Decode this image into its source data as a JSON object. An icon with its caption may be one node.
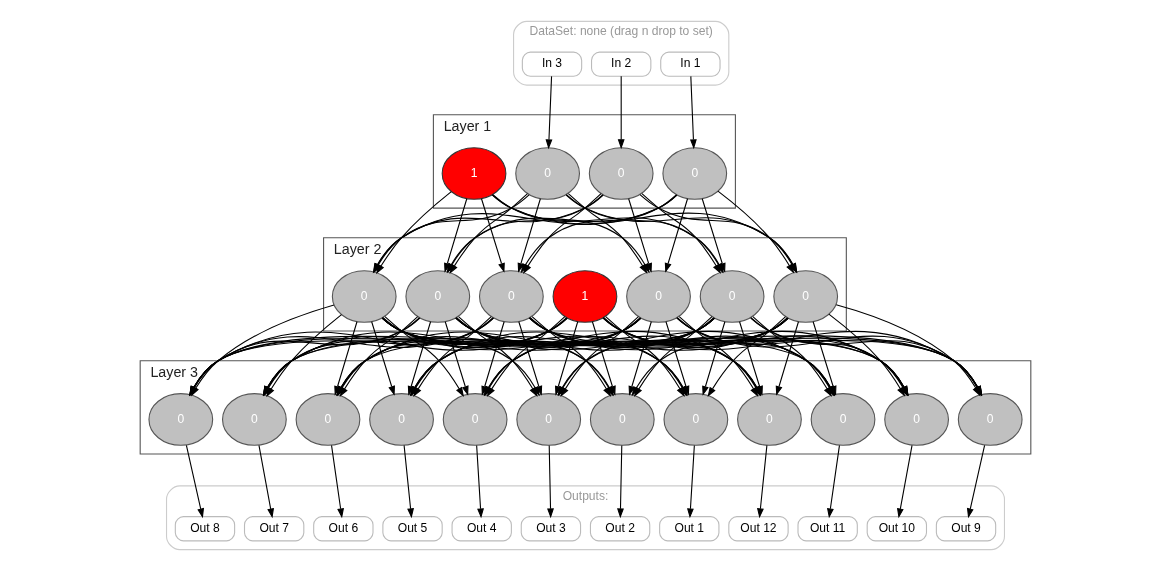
{
  "diagram": {
    "nodes": [
      {
        "text": [
          "DataSet: none (drag n drop to set)"
        ]
      },
      {
        "text": [
          "In 1"
        ],
        "in": 0
      },
      {
        "text": [
          "In 2"
        ],
        "in": 0
      },
      {
        "text": [
          "In 3"
        ],
        "in": 0
      },
      {
        "text": [
          "Layer 1"
        ]
      },
      {
        "text": [
          "0"
        ],
        "in": 4
      },
      {
        "text": [
          "0"
        ],
        "in": 4
      },
      {
        "text": [
          "0"
        ],
        "in": 4
      },
      {
        "text": [
          "1"
        ],
        "in": 4
      },
      {
        "text": [
          "Layer 2"
        ]
      },
      {
        "text": [
          "0"
        ],
        "in": 9
      },
      {
        "text": [
          "0"
        ],
        "in": 9
      },
      {
        "text": [
          "0"
        ],
        "in": 9
      },
      {
        "text": [
          "0"
        ],
        "in": 9
      },
      {
        "text": [
          "0"
        ],
        "in": 9
      },
      {
        "text": [
          "0"
        ],
        "in": 9
      },
      {
        "text": [
          "1"
        ],
        "in": 9
      },
      {
        "text": [
          "Layer 3"
        ]
      },
      {
        "text": [
          "0"
        ],
        "in": 17
      },
      {
        "text": [
          "0"
        ],
        "in": 17
      },
      {
        "text": [
          "0"
        ],
        "in": 17
      },
      {
        "text": [
          "0"
        ],
        "in": 17
      },
      {
        "text": [
          "0"
        ],
        "in": 17
      },
      {
        "text": [
          "0"
        ],
        "in": 17
      },
      {
        "text": [
          "0"
        ],
        "in": 17
      },
      {
        "text": [
          "0"
        ],
        "in": 17
      },
      {
        "text": [
          "0"
        ],
        "in": 17
      },
      {
        "text": [
          "0"
        ],
        "in": 17
      },
      {
        "text": [
          "0"
        ],
        "in": 17
      },
      {
        "text": [
          "0"
        ],
        "in": 17
      },
      {
        "text": [
          "Outputs:"
        ]
      },
      {
        "text": [
          "Out 1"
        ],
        "in": 30
      },
      {
        "text": [
          "Out 2"
        ],
        "in": 30
      },
      {
        "text": [
          "Out 3"
        ],
        "in": 30
      },
      {
        "text": [
          "Out 4"
        ],
        "in": 30
      },
      {
        "text": [
          "Out 5"
        ],
        "in": 30
      },
      {
        "text": [
          "Out 6"
        ],
        "in": 30
      },
      {
        "text": [
          "Out 7"
        ],
        "in": 30
      },
      {
        "text": [
          "Out 8"
        ],
        "in": 30
      },
      {
        "text": [
          "Out 9"
        ],
        "in": 30
      },
      {
        "text": [
          "Out 10"
        ],
        "in": 30
      },
      {
        "text": [
          "Out 11"
        ],
        "in": 30
      },
      {
        "text": [
          "Out 12"
        ],
        "in": 30
      }
    ],
    "edges": [
      {
        "from": 1,
        "to": 5,
        "arrow": "to"
      },
      {
        "from": 2,
        "to": 6,
        "arrow": "to"
      },
      {
        "from": 3,
        "to": 7,
        "arrow": "to"
      },
      {
        "from": 5,
        "to": 10,
        "arrow": "to"
      },
      {
        "from": 5,
        "to": 11,
        "arrow": "to"
      },
      {
        "from": 5,
        "to": 12,
        "arrow": "to"
      },
      {
        "from": 5,
        "to": 13,
        "arrow": "to"
      },
      {
        "from": 5,
        "to": 14,
        "arrow": "to"
      },
      {
        "from": 5,
        "to": 15,
        "arrow": "to"
      },
      {
        "from": 6,
        "to": 10,
        "arrow": "to"
      },
      {
        "from": 6,
        "to": 11,
        "arrow": "to"
      },
      {
        "from": 6,
        "to": 12,
        "arrow": "to"
      },
      {
        "from": 6,
        "to": 13,
        "arrow": "to"
      },
      {
        "from": 6,
        "to": 14,
        "arrow": "to"
      },
      {
        "from": 6,
        "to": 15,
        "arrow": "to"
      },
      {
        "from": 7,
        "to": 10,
        "arrow": "to"
      },
      {
        "from": 7,
        "to": 11,
        "arrow": "to"
      },
      {
        "from": 7,
        "to": 12,
        "arrow": "to"
      },
      {
        "from": 7,
        "to": 13,
        "arrow": "to"
      },
      {
        "from": 7,
        "to": 14,
        "arrow": "to"
      },
      {
        "from": 7,
        "to": 15,
        "arrow": "to"
      },
      {
        "from": 8,
        "to": 10,
        "arrow": "to"
      },
      {
        "from": 8,
        "to": 11,
        "arrow": "to"
      },
      {
        "from": 8,
        "to": 12,
        "arrow": "to"
      },
      {
        "from": 8,
        "to": 13,
        "arrow": "to"
      },
      {
        "from": 8,
        "to": 14,
        "arrow": "to"
      },
      {
        "from": 8,
        "to": 15,
        "arrow": "to"
      },
      {
        "from": 10,
        "to": 18,
        "arrow": "to"
      },
      {
        "from": 10,
        "to": 19,
        "arrow": "to"
      },
      {
        "from": 10,
        "to": 20,
        "arrow": "to"
      },
      {
        "from": 10,
        "to": 21,
        "arrow": "to"
      },
      {
        "from": 10,
        "to": 22,
        "arrow": "to"
      },
      {
        "from": 10,
        "to": 23,
        "arrow": "to"
      },
      {
        "from": 10,
        "to": 24,
        "arrow": "to"
      },
      {
        "from": 10,
        "to": 25,
        "arrow": "to"
      },
      {
        "from": 10,
        "to": 26,
        "arrow": "to"
      },
      {
        "from": 10,
        "to": 27,
        "arrow": "to"
      },
      {
        "from": 10,
        "to": 28,
        "arrow": "to"
      },
      {
        "from": 10,
        "to": 29,
        "arrow": "to"
      },
      {
        "from": 11,
        "to": 18,
        "arrow": "to"
      },
      {
        "from": 11,
        "to": 19,
        "arrow": "to"
      },
      {
        "from": 11,
        "to": 20,
        "arrow": "to"
      },
      {
        "from": 11,
        "to": 21,
        "arrow": "to"
      },
      {
        "from": 11,
        "to": 22,
        "arrow": "to"
      },
      {
        "from": 11,
        "to": 23,
        "arrow": "to"
      },
      {
        "from": 11,
        "to": 24,
        "arrow": "to"
      },
      {
        "from": 11,
        "to": 25,
        "arrow": "to"
      },
      {
        "from": 11,
        "to": 26,
        "arrow": "to"
      },
      {
        "from": 11,
        "to": 27,
        "arrow": "to"
      },
      {
        "from": 11,
        "to": 28,
        "arrow": "to"
      },
      {
        "from": 11,
        "to": 29,
        "arrow": "to"
      },
      {
        "from": 12,
        "to": 18,
        "arrow": "to"
      },
      {
        "from": 12,
        "to": 19,
        "arrow": "to"
      },
      {
        "from": 12,
        "to": 20,
        "arrow": "to"
      },
      {
        "from": 12,
        "to": 21,
        "arrow": "to"
      },
      {
        "from": 12,
        "to": 22,
        "arrow": "to"
      },
      {
        "from": 12,
        "to": 23,
        "arrow": "to"
      },
      {
        "from": 12,
        "to": 24,
        "arrow": "to"
      },
      {
        "from": 12,
        "to": 25,
        "arrow": "to"
      },
      {
        "from": 12,
        "to": 26,
        "arrow": "to"
      },
      {
        "from": 12,
        "to": 27,
        "arrow": "to"
      },
      {
        "from": 12,
        "to": 28,
        "arrow": "to"
      },
      {
        "from": 12,
        "to": 29,
        "arrow": "to"
      },
      {
        "from": 13,
        "to": 18,
        "arrow": "to"
      },
      {
        "from": 13,
        "to": 19,
        "arrow": "to"
      },
      {
        "from": 13,
        "to": 20,
        "arrow": "to"
      },
      {
        "from": 13,
        "to": 21,
        "arrow": "to"
      },
      {
        "from": 13,
        "to": 22,
        "arrow": "to"
      },
      {
        "from": 13,
        "to": 23,
        "arrow": "to"
      },
      {
        "from": 13,
        "to": 24,
        "arrow": "to"
      },
      {
        "from": 13,
        "to": 25,
        "arrow": "to"
      },
      {
        "from": 13,
        "to": 26,
        "arrow": "to"
      },
      {
        "from": 13,
        "to": 27,
        "arrow": "to"
      },
      {
        "from": 13,
        "to": 28,
        "arrow": "to"
      },
      {
        "from": 13,
        "to": 29,
        "arrow": "to"
      },
      {
        "from": 14,
        "to": 18,
        "arrow": "to"
      },
      {
        "from": 14,
        "to": 19,
        "arrow": "to"
      },
      {
        "from": 14,
        "to": 20,
        "arrow": "to"
      },
      {
        "from": 14,
        "to": 21,
        "arrow": "to"
      },
      {
        "from": 14,
        "to": 22,
        "arrow": "to"
      },
      {
        "from": 14,
        "to": 23,
        "arrow": "to"
      },
      {
        "from": 14,
        "to": 24,
        "arrow": "to"
      },
      {
        "from": 14,
        "to": 25,
        "arrow": "to"
      },
      {
        "from": 14,
        "to": 26,
        "arrow": "to"
      },
      {
        "from": 14,
        "to": 27,
        "arrow": "to"
      },
      {
        "from": 14,
        "to": 28,
        "arrow": "to"
      },
      {
        "from": 14,
        "to": 29,
        "arrow": "to"
      },
      {
        "from": 15,
        "to": 18,
        "arrow": "to"
      },
      {
        "from": 15,
        "to": 19,
        "arrow": "to"
      },
      {
        "from": 15,
        "to": 20,
        "arrow": "to"
      },
      {
        "from": 15,
        "to": 21,
        "arrow": "to"
      },
      {
        "from": 15,
        "to": 22,
        "arrow": "to"
      },
      {
        "from": 15,
        "to": 23,
        "arrow": "to"
      },
      {
        "from": 15,
        "to": 24,
        "arrow": "to"
      },
      {
        "from": 15,
        "to": 25,
        "arrow": "to"
      },
      {
        "from": 15,
        "to": 26,
        "arrow": "to"
      },
      {
        "from": 15,
        "to": 27,
        "arrow": "to"
      },
      {
        "from": 15,
        "to": 28,
        "arrow": "to"
      },
      {
        "from": 15,
        "to": 29,
        "arrow": "to"
      },
      {
        "from": 16,
        "to": 18,
        "arrow": "to"
      },
      {
        "from": 16,
        "to": 19,
        "arrow": "to"
      },
      {
        "from": 16,
        "to": 20,
        "arrow": "to"
      },
      {
        "from": 16,
        "to": 21,
        "arrow": "to"
      },
      {
        "from": 16,
        "to": 22,
        "arrow": "to"
      },
      {
        "from": 16,
        "to": 23,
        "arrow": "to"
      },
      {
        "from": 16,
        "to": 24,
        "arrow": "to"
      },
      {
        "from": 16,
        "to": 25,
        "arrow": "to"
      },
      {
        "from": 16,
        "to": 26,
        "arrow": "to"
      },
      {
        "from": 16,
        "to": 27,
        "arrow": "to"
      },
      {
        "from": 16,
        "to": 28,
        "arrow": "to"
      },
      {
        "from": 16,
        "to": 29,
        "arrow": "to"
      },
      {
        "from": 18,
        "to": 31,
        "arrow": "to"
      },
      {
        "from": 19,
        "to": 32,
        "arrow": "to"
      },
      {
        "from": 20,
        "to": 33,
        "arrow": "to"
      },
      {
        "from": 21,
        "to": 34,
        "arrow": "to"
      },
      {
        "from": 22,
        "to": 35,
        "arrow": "to"
      },
      {
        "from": 23,
        "to": 36,
        "arrow": "to"
      },
      {
        "from": 24,
        "to": 37,
        "arrow": "to"
      },
      {
        "from": 25,
        "to": 38,
        "arrow": "to"
      },
      {
        "from": 26,
        "to": 39,
        "arrow": "to"
      },
      {
        "from": 27,
        "to": 40,
        "arrow": "to"
      },
      {
        "from": 28,
        "to": 41,
        "arrow": "to"
      },
      {
        "from": 29,
        "to": 42,
        "arrow": "to"
      }
    ]
  }
}
